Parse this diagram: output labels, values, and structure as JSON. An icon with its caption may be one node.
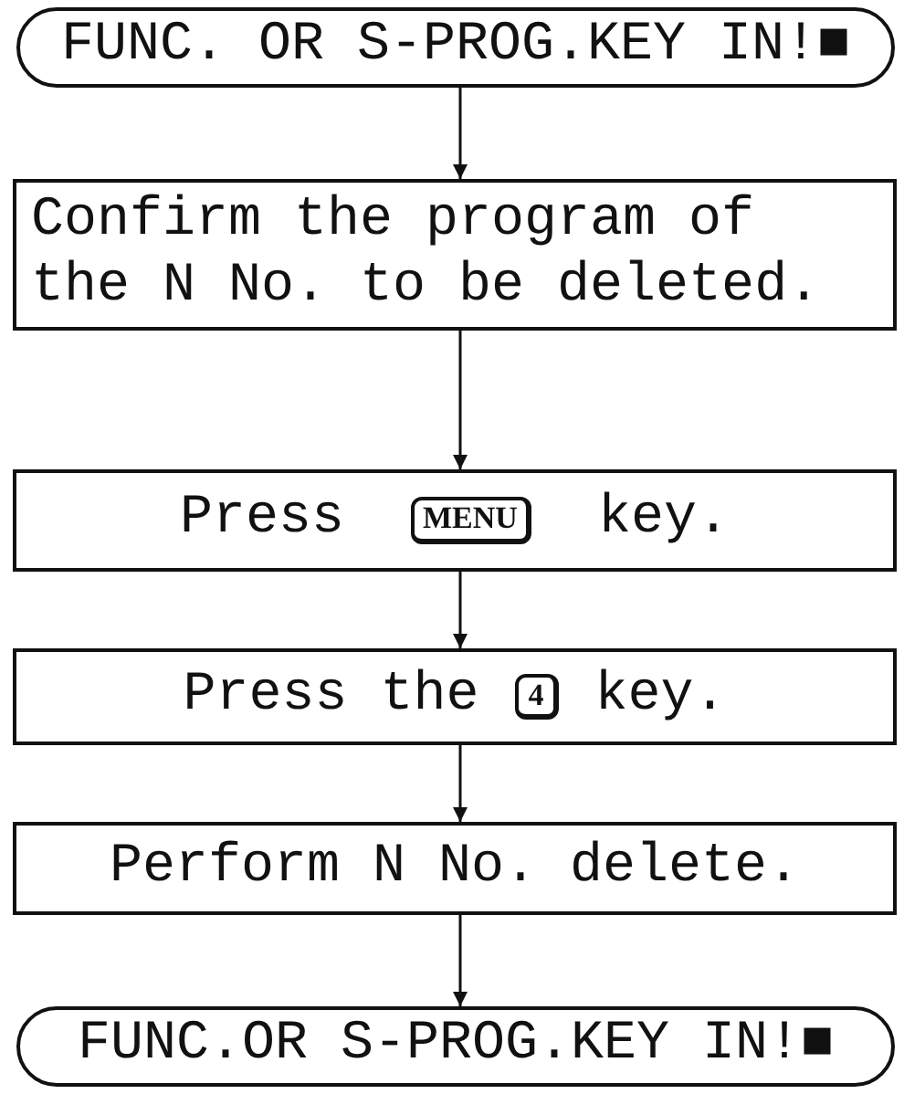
{
  "diagram": {
    "nodes": [
      {
        "text": [
          "FUNC. OR S-PROG.KEY IN!■"
        ]
      },
      {
        "text": [
          "Confirm the program of the N No. to be deleted."
        ]
      },
      {
        "text": [
          "Press",
          "key."
        ]
      },
      {
        "text": [
          "MENU"
        ],
        "in": 2
      },
      {
        "text": [
          "Press the",
          "key."
        ]
      },
      {
        "text": [
          "4"
        ],
        "in": 4
      },
      {
        "text": [
          "Perform N No. delete."
        ]
      },
      {
        "text": [
          "FUNC.OR S-PROG.KEY IN!■"
        ]
      }
    ],
    "edges": [
      {
        "from": 0,
        "to": 1,
        "arrow": "to"
      },
      {
        "from": 1,
        "to": 2,
        "arrow": "to"
      },
      {
        "from": 2,
        "to": 4,
        "arrow": "to"
      },
      {
        "from": 4,
        "to": 6,
        "arrow": "to"
      },
      {
        "from": 6,
        "to": 7,
        "arrow": "to"
      }
    ]
  }
}
